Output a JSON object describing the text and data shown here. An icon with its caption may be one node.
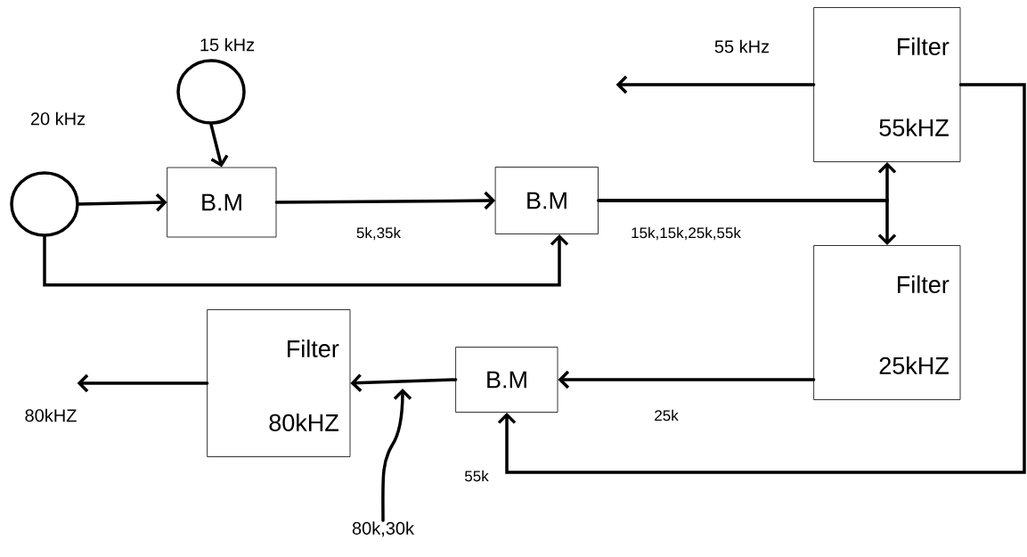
{
  "diagram": {
    "nodes": [
      {
        "text": [],
        "shape": "circle",
        "beside": [
          "20 kHz"
        ]
      },
      {
        "text": [],
        "shape": "circle",
        "beside": [
          "15 kHz"
        ]
      },
      {
        "text": [
          "B.M"
        ]
      },
      {
        "text": [
          "B.M"
        ]
      },
      {
        "text": [
          "Filter",
          "55kHZ"
        ]
      },
      {
        "text": [
          "Filter",
          "25kHZ"
        ]
      },
      {
        "text": [
          "B.M"
        ]
      },
      {
        "text": [
          "Filter",
          "80kHZ"
        ]
      },
      {
        "text": [
          "80k,30k"
        ]
      }
    ],
    "edges": [
      {
        "from": 0,
        "to": 2,
        "arrow": "to"
      },
      {
        "from": 1,
        "to": 2,
        "arrow": "to"
      },
      {
        "from": 2,
        "to": 3,
        "arrow": "to",
        "label": "5k,35k"
      },
      {
        "from": 0,
        "to": 3,
        "arrow": "to"
      },
      {
        "from": 3,
        "to": 4,
        "arrow": "to",
        "label": "15k,15k,25k,55k"
      },
      {
        "from": 3,
        "to": 5,
        "arrow": "to"
      },
      {
        "from": 4,
        "to": null,
        "arrow": "to",
        "label": "55 kHz"
      },
      {
        "from": 4,
        "to": 6,
        "arrow": "to",
        "label": "55k"
      },
      {
        "from": 5,
        "to": 6,
        "arrow": "to",
        "label": "25k"
      },
      {
        "from": 6,
        "to": 7,
        "arrow": "to"
      },
      {
        "from": 8,
        "to": null,
        "arrow": "to"
      },
      {
        "from": 7,
        "to": null,
        "arrow": "to",
        "label": "80kHZ"
      }
    ]
  }
}
